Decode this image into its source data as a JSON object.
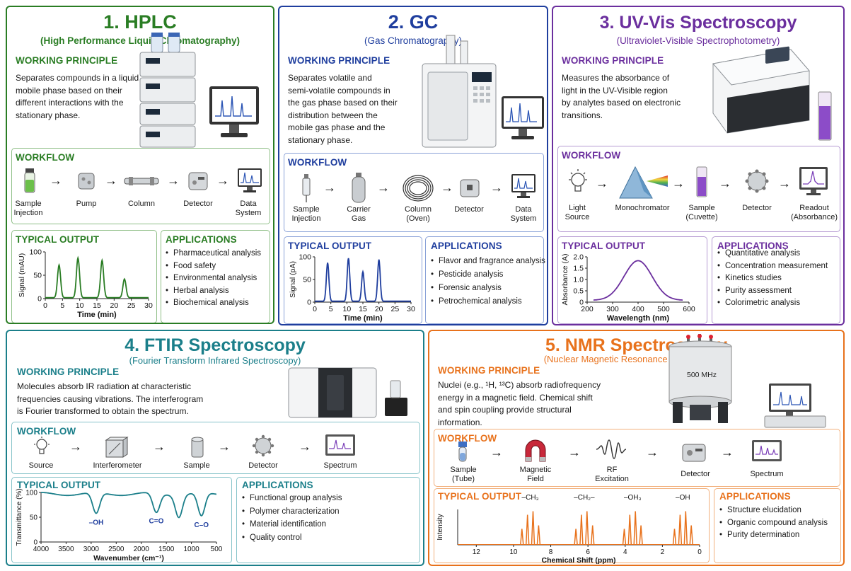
{
  "colors": {
    "hplc": "#2a7d24",
    "gc": "#1f3e9e",
    "uv": "#6b2f9e",
    "ftir": "#1b7f8a",
    "nmr": "#e8721c"
  },
  "hplc": {
    "title": "1. HPLC",
    "subtitle": "(High Performance Liquid Chromatography)",
    "principle_heading": "WORKING PRINCIPLE",
    "principle_lines": [
      "Separates compounds in a liquid",
      "mobile phase based on their",
      "different interactions with the",
      "stationary phase."
    ],
    "workflow_heading": "WORKFLOW",
    "workflow": [
      [
        "Sample",
        "Injection"
      ],
      [
        "Pump"
      ],
      [
        "Column"
      ],
      [
        "Detector"
      ],
      [
        "Data",
        "System"
      ]
    ],
    "output_heading": "TYPICAL OUTPUT",
    "apps_heading": "APPLICATIONS",
    "apps": [
      "Pharmaceutical analysis",
      "Food safety",
      "Environmental analysis",
      "Herbal analysis",
      "Biochemical analysis"
    ]
  },
  "gc": {
    "title": "2. GC",
    "subtitle": "(Gas Chromatography)",
    "principle_heading": "WORKING PRINCIPLE",
    "principle_lines": [
      "Separates volatile and",
      "semi-volatile compounds in",
      "the gas phase based on their",
      "distribution between the",
      "mobile gas phase and the",
      "stationary phase."
    ],
    "workflow_heading": "WORKFLOW",
    "workflow": [
      [
        "Sample",
        "Injection"
      ],
      [
        "Carrier",
        "Gas"
      ],
      [
        "Column",
        "(Oven)"
      ],
      [
        "Detector"
      ],
      [
        "Data",
        "System"
      ]
    ],
    "output_heading": "TYPICAL OUTPUT",
    "apps_heading": "APPLICATIONS",
    "apps": [
      "Flavor and fragrance analysis",
      "Pesticide analysis",
      "Forensic analysis",
      "Petrochemical analysis"
    ]
  },
  "uv": {
    "title": "3. UV-Vis Spectroscopy",
    "subtitle": "(Ultraviolet-Visible Spectrophotometry)",
    "principle_heading": "WORKING PRINCIPLE",
    "principle_lines": [
      "Measures the absorbance of",
      "light in the UV-Visible region",
      "by analytes based on electronic",
      "transitions."
    ],
    "workflow_heading": "WORKFLOW",
    "workflow": [
      [
        "Light",
        "Source"
      ],
      [
        "Monochromator"
      ],
      [
        "Sample",
        "(Cuvette)"
      ],
      [
        "Detector"
      ],
      [
        "Readout",
        "(Absorbance)"
      ]
    ],
    "output_heading": "TYPICAL OUTPUT",
    "apps_heading": "APPLICATIONS",
    "apps": [
      "Quantitative analysis",
      "Concentration measurement",
      "Kinetics studies",
      "Purity assessment",
      "Colorimetric analysis"
    ]
  },
  "ftir": {
    "title": "4. FTIR Spectroscopy",
    "subtitle": "(Fourier Transform Infrared Spectroscopy)",
    "principle_heading": "WORKING PRINCIPLE",
    "principle_lines": [
      "Molecules absorb IR radiation at characteristic",
      "frequencies causing vibrations. The interferogram",
      "is Fourier transformed to obtain the spectrum."
    ],
    "workflow_heading": "WORKFLOW",
    "workflow": [
      [
        "Source"
      ],
      [
        "Interferometer"
      ],
      [
        "Sample"
      ],
      [
        "Detector"
      ],
      [
        "Spectrum"
      ]
    ],
    "output_heading": "TYPICAL OUTPUT",
    "apps_heading": "APPLICATIONS",
    "apps": [
      "Functional group analysis",
      "Polymer characterization",
      "Material identification",
      "Quality control"
    ]
  },
  "nmr": {
    "title": "5. NMR Spectroscopy",
    "subtitle": "(Nuclear Magnetic Resonance Spectroscopy)",
    "principle_heading": "WORKING PRINCIPLE",
    "principle_lines": [
      "Nuclei (e.g., ¹H, ¹³C) absorb radiofrequency",
      "energy in a magnetic field. Chemical shift",
      "and spin coupling provide structural",
      "information."
    ],
    "instrument_label": "500 MHz",
    "workflow_heading": "WORKFLOW",
    "workflow": [
      [
        "Sample",
        "(Tube)"
      ],
      [
        "Magnetic",
        "Field"
      ],
      [
        "RF",
        "Excitation"
      ],
      [
        "Detector"
      ],
      [
        "Spectrum"
      ]
    ],
    "output_heading": "TYPICAL OUTPUT",
    "apps_heading": "APPLICATIONS",
    "apps": [
      "Structure elucidation",
      "Organic compound analysis",
      "Purity determination"
    ]
  },
  "chart_data": [
    {
      "type": "line",
      "id": "hplc",
      "xlabel": "Time (min)",
      "ylabel": "Signal (mAU)",
      "xlim": [
        0,
        30
      ],
      "ylim": [
        0,
        100
      ],
      "xticks": [
        0,
        5,
        10,
        15,
        20,
        25,
        30
      ],
      "yticks": [
        0,
        50,
        100
      ],
      "color": "#2a7d24",
      "peaks": [
        {
          "x": 4,
          "y": 70
        },
        {
          "x": 9.5,
          "y": 85
        },
        {
          "x": 16.5,
          "y": 80
        },
        {
          "x": 23,
          "y": 40
        }
      ]
    },
    {
      "type": "line",
      "id": "gc",
      "xlabel": "Time (min)",
      "ylabel": "Signal (pA)",
      "xlim": [
        0,
        30
      ],
      "ylim": [
        0,
        100
      ],
      "xticks": [
        0,
        5,
        10,
        15,
        20,
        25,
        30
      ],
      "yticks": [
        0,
        50,
        100
      ],
      "color": "#1f3e9e",
      "peaks": [
        {
          "x": 4,
          "y": 85
        },
        {
          "x": 10.5,
          "y": 95
        },
        {
          "x": 15,
          "y": 65
        },
        {
          "x": 20,
          "y": 92
        }
      ]
    },
    {
      "type": "line",
      "id": "uv",
      "xlabel": "Wavelength (nm)",
      "ylabel": "Absorbance (A)",
      "xlim": [
        200,
        600
      ],
      "ylim": [
        0,
        2.0
      ],
      "xticks": [
        200,
        300,
        400,
        500,
        600
      ],
      "yticks": [
        0,
        0.5,
        1.0,
        1.5,
        2.0
      ],
      "ytick_labels": [
        "0",
        "0.5",
        "1.0",
        "1.5",
        "2.0"
      ],
      "color": "#6b2f9e",
      "peak": {
        "x": 400,
        "y": 1.75
      }
    },
    {
      "type": "line",
      "id": "ftir",
      "xlabel": "Wavenumber (cm⁻¹)",
      "ylabel": "Transmittance (%)",
      "xlim": [
        4000,
        500
      ],
      "ylim": [
        0,
        100
      ],
      "xticks": [
        4000,
        3500,
        3000,
        2500,
        2000,
        1500,
        1000,
        500
      ],
      "yticks": [
        0,
        50,
        100
      ],
      "color": "#1b7f8a",
      "dips": [
        {
          "x": 2900,
          "y": 55,
          "label": "–OH"
        },
        {
          "x": 1700,
          "y": 58,
          "label": "C=O"
        },
        {
          "x": 1250,
          "y": 52,
          "label": ""
        },
        {
          "x": 800,
          "y": 50,
          "label": "C–O"
        }
      ]
    },
    {
      "type": "line",
      "id": "nmr",
      "xlabel": "Chemical Shift (ppm)",
      "ylabel": "Intensity",
      "xlim": [
        13,
        0
      ],
      "xticks": [
        12,
        10,
        8,
        6,
        4,
        2,
        0
      ],
      "color": "#e8721c",
      "groups": [
        {
          "center": 9.1,
          "label": "–CH₃"
        },
        {
          "center": 6.2,
          "label": "–CH₂–"
        },
        {
          "center": 3.6,
          "label": "–OH₃"
        },
        {
          "center": 0.9,
          "label": "–OH"
        }
      ]
    }
  ]
}
